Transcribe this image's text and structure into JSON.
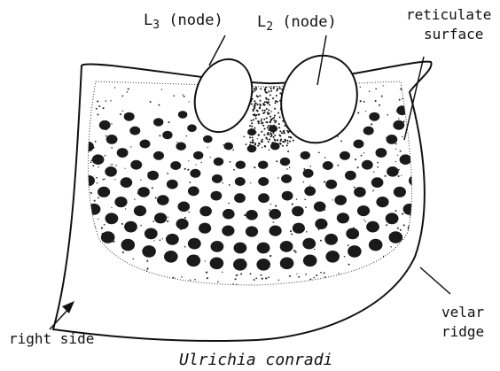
{
  "labels": {
    "l3_letter": "L",
    "l3_sub": "3",
    "l3_rest": " (node)",
    "l2_letter": "L",
    "l2_sub": "2",
    "l2_rest": " (node)",
    "reticulate_line1": "reticulate",
    "reticulate_line2": "surface",
    "velar_line1": "velar",
    "velar_line2": "ridge",
    "right_side": "right side"
  },
  "caption": "Ulrichia conradi",
  "colors": {
    "ink": "#111111",
    "paper": "#ffffff"
  }
}
